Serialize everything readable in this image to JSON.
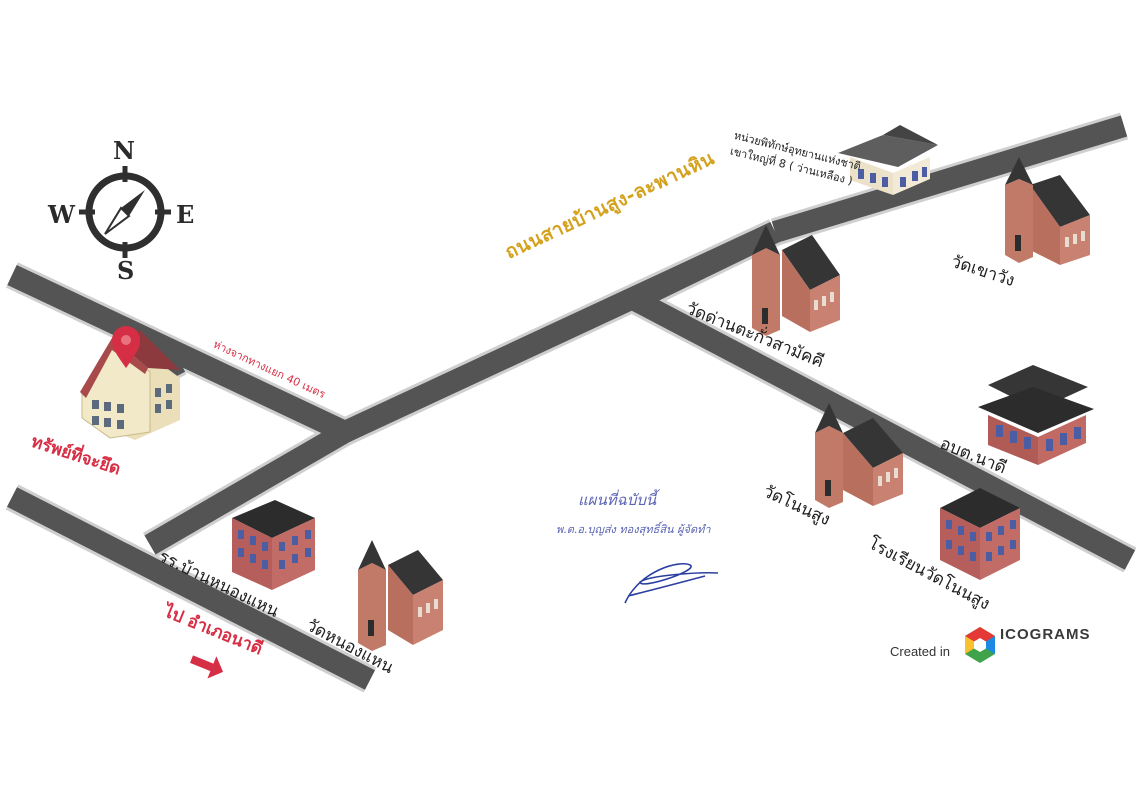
{
  "compass": {
    "north": "N",
    "south": "S",
    "east": "E",
    "west": "W"
  },
  "main_road_label": "ถนนสายบ้านสูง-ละพานหิน",
  "target": {
    "label": "ทรัพย์ที่จะยึด",
    "distance_note": "ห่างจากทางแยก 40 เมตร"
  },
  "places": {
    "park_unit": [
      "หน่วยพิทักษ์อุทยานแห่งชาติ",
      "เขาใหญ่ที่ 8 ( ว่านเหลือง )"
    ],
    "wat_khao_wang": "วัดเขาวัง",
    "wat_dan_takua": "วัดด่านตะกั่วสามัคคี",
    "obt_nadi": "อบต.นาดี",
    "wat_non_sung": "วัดโนนสูง",
    "school_wat_non_sung": "โรงเรียนวัดโนนสูง",
    "school_ban_nong_haen": "รร.บ้านหนองแหน",
    "wat_nong_haen": "วัดหนองแหน"
  },
  "direction": {
    "label": "ไป อำเภอนาดี"
  },
  "handwritten": {
    "line1": "แผนที่ฉบับนี้",
    "line2": "พ.ต.อ.บุญส่ง  ทองสุทธิ์สิน  ผู้จัดทำ"
  },
  "credit": {
    "prefix": "Created in",
    "brand": "ICOGRAMS"
  },
  "colors": {
    "road": "#4f4f4f",
    "road_edge": "#cfcfcf",
    "accent_red": "#d62f45",
    "road_label": "#d4a21e",
    "brick": "#b86f5d",
    "roof": "#3a3a3a"
  }
}
